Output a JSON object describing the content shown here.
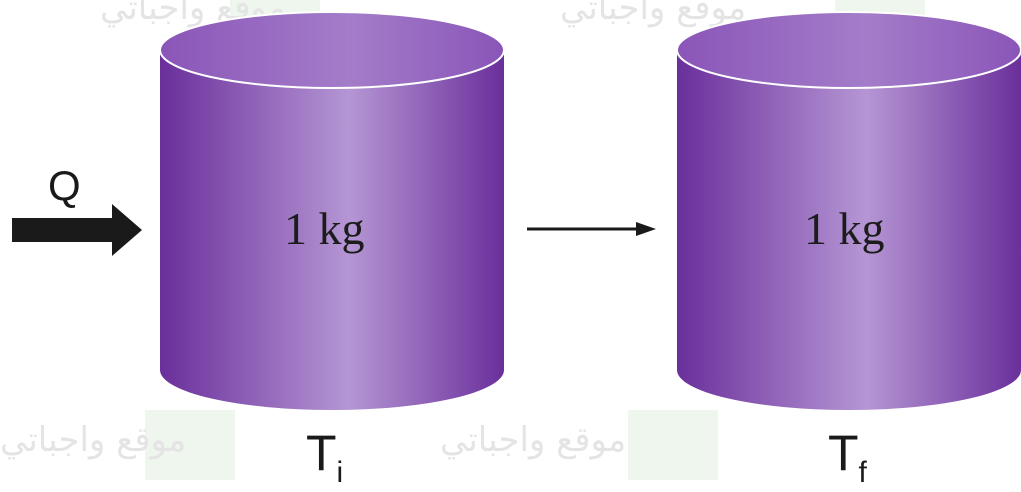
{
  "watermark": {
    "text": "موقع واجباتي"
  },
  "heat": {
    "label": "Q"
  },
  "containers": [
    {
      "mass_label": "1 kg",
      "temp_symbol": "T",
      "temp_subscript": "i"
    },
    {
      "mass_label": "1 kg",
      "temp_symbol": "T",
      "temp_subscript": "f"
    }
  ],
  "colors": {
    "cylinder_dark": "#6a2f9b",
    "cylinder_mid": "#8a55b8",
    "cylinder_light": "#b596d4",
    "arrow": "#1a1a1a",
    "background": "#ffffff"
  }
}
